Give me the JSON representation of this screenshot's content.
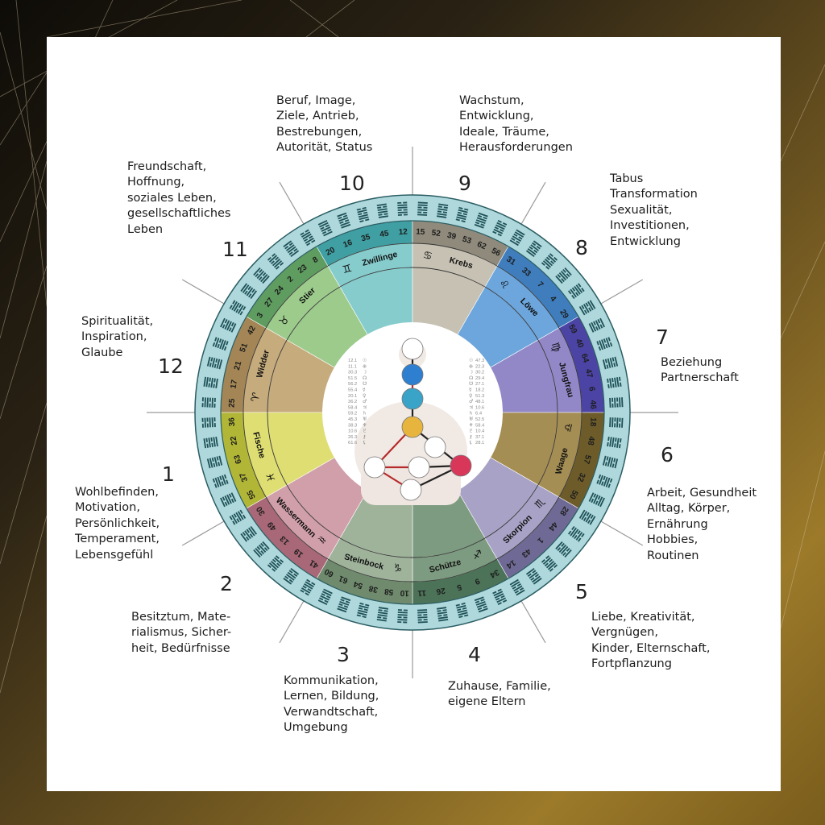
{
  "colors": {
    "ring_outer": "#aed8dc",
    "ring_outer_stroke": "#2a5d63",
    "center_bg": "#ffffff"
  },
  "houses": [
    {
      "num": "1",
      "text": "Wohlbefinden,\nMotivation,\nPersönlichkeit,\nTemperament,\nLebensgefühl"
    },
    {
      "num": "2",
      "text": "Besitztum, Mate-\nrialismus, Sicher-\nheit, Bedürfnisse"
    },
    {
      "num": "3",
      "text": "Kommunikation,\nLernen, Bildung,\nVerwandtschaft,\nUmgebung"
    },
    {
      "num": "4",
      "text": "Zuhause, Familie,\neigene Eltern"
    },
    {
      "num": "5",
      "text": "Liebe, Kreativität,\nVergnügen,\nKinder, Elternschaft,\nFortpflanzung"
    },
    {
      "num": "6",
      "text": "Arbeit, Gesundheit\nAlltag, Körper,\nErnährung\nHobbies,\nRoutinen"
    },
    {
      "num": "7",
      "text": "Beziehung\nPartnerschaft"
    },
    {
      "num": "8",
      "text": "Tabus\nTransformation\nSexualität,\nInvestitionen,\nEntwicklung"
    },
    {
      "num": "9",
      "text": "Wachstum,\nEntwicklung,\nIdeale, Träume,\nHerausforderungen"
    },
    {
      "num": "10",
      "text": "Beruf, Image,\nZiele,  Antrieb,\nBestrebungen,\nAutorität, Status"
    },
    {
      "num": "11",
      "text": "Freundschaft,\nHoffnung,\nsoziales Leben,\ngesellschaftliches\nLeben"
    },
    {
      "num": "12",
      "text": "Spiritualität,\nInspiration,\nGlaube"
    }
  ],
  "signs": [
    {
      "name": "Widder",
      "glyph": "♈",
      "color": "#c6ab7c",
      "dark": "#a48656",
      "gates": [
        "25",
        "17",
        "21",
        "51",
        "42"
      ]
    },
    {
      "name": "Stier",
      "glyph": "♉",
      "color": "#9ccb8c",
      "dark": "#5f9c60",
      "gates": [
        "3",
        "27",
        "24",
        "2",
        "23",
        "8"
      ]
    },
    {
      "name": "Zwillinge",
      "glyph": "♊",
      "color": "#86cccd",
      "dark": "#3f9fa3",
      "gates": [
        "20",
        "16",
        "35",
        "45",
        "12"
      ]
    },
    {
      "name": "Krebs",
      "glyph": "♋",
      "color": "#c7c1b3",
      "dark": "#8f8a7b",
      "gates": [
        "15",
        "52",
        "39",
        "53",
        "62",
        "56"
      ]
    },
    {
      "name": "Löwe",
      "glyph": "♌",
      "color": "#6ca6dc",
      "dark": "#3f7dbd",
      "gates": [
        "31",
        "33",
        "7",
        "4",
        "29"
      ]
    },
    {
      "name": "Jungfrau",
      "glyph": "♍",
      "color": "#9288c8",
      "dark": "#4b44a5",
      "gates": [
        "59",
        "40",
        "64",
        "47",
        "6",
        "46"
      ]
    },
    {
      "name": "Waage",
      "glyph": "♎",
      "color": "#a58e54",
      "dark": "#6d5c2a",
      "gates": [
        "18",
        "48",
        "57",
        "32",
        "50"
      ]
    },
    {
      "name": "Skorpion",
      "glyph": "♏",
      "color": "#a8a3c6",
      "dark": "#6e6a95",
      "gates": [
        "28",
        "44",
        "1",
        "43",
        "14"
      ]
    },
    {
      "name": "Schütze",
      "glyph": "♐",
      "color": "#7d9b80",
      "dark": "#4c7258",
      "gates": [
        "34",
        "9",
        "5",
        "26",
        "11"
      ]
    },
    {
      "name": "Steinbock",
      "glyph": "♑",
      "color": "#9fb39b",
      "dark": "#6f8a6d",
      "gates": [
        "10",
        "58",
        "38",
        "54",
        "61",
        "60"
      ]
    },
    {
      "name": "Wassermann",
      "glyph": "♒",
      "color": "#d19faa",
      "dark": "#a86877",
      "gates": [
        "41",
        "19",
        "13",
        "49",
        "30"
      ]
    },
    {
      "name": "Fische",
      "glyph": "♓",
      "color": "#dede72",
      "dark": "#b1b637",
      "gates": [
        "55",
        "37",
        "63",
        "22",
        "36"
      ]
    }
  ],
  "planets_left": {
    "numbers": [
      "12.1",
      "11.1",
      "30.3",
      "51.5",
      "56.2",
      "55.4",
      "20.1",
      "36.2",
      "58.4",
      "59.2",
      "45.3",
      "38.3",
      "10.6",
      "26.3",
      "61.6"
    ],
    "glyphs": [
      "☉",
      "⊕",
      "☽",
      "☊",
      "☋",
      "☿",
      "♀",
      "♂",
      "♃",
      "♄",
      "♅",
      "♆",
      "♇",
      "⚷",
      "⚸"
    ]
  },
  "planets_right": {
    "glyphs": [
      "☉",
      "⊕",
      "☽",
      "☊",
      "☋",
      "☿",
      "♀",
      "♂",
      "♃",
      "♄",
      "♅",
      "♆",
      "♇",
      "⚷",
      "⚸"
    ],
    "numbers": [
      "47.3",
      "22.3",
      "30.2",
      "29.4",
      "27.1",
      "18.2",
      "51.3",
      "48.1",
      "10.6",
      "6.4",
      "52.5",
      "58.4",
      "10.4",
      "37.1",
      "28.1"
    ]
  }
}
